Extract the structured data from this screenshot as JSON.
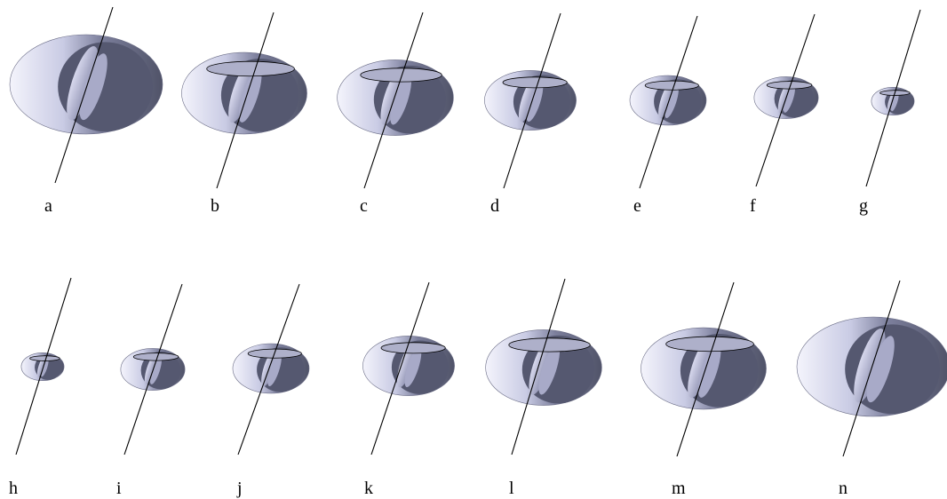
{
  "figure": {
    "panels": [
      {
        "label": "a",
        "size": 1.0
      },
      {
        "label": "b",
        "size": 0.82
      },
      {
        "label": "c",
        "size": 0.76
      },
      {
        "label": "d",
        "size": 0.6
      },
      {
        "label": "e",
        "size": 0.5
      },
      {
        "label": "f",
        "size": 0.42
      },
      {
        "label": "g",
        "size": 0.28
      },
      {
        "label": "h",
        "size": 0.28
      },
      {
        "label": "i",
        "size": 0.42
      },
      {
        "label": "j",
        "size": 0.5
      },
      {
        "label": "k",
        "size": 0.6
      },
      {
        "label": "l",
        "size": 0.76
      },
      {
        "label": "m",
        "size": 0.82
      },
      {
        "label": "n",
        "size": 1.0
      }
    ],
    "colors": {
      "outer_dark": "#555870",
      "outer_light": "#eeeefa",
      "inner": "#9a9cc0",
      "axis": "#000000"
    }
  }
}
